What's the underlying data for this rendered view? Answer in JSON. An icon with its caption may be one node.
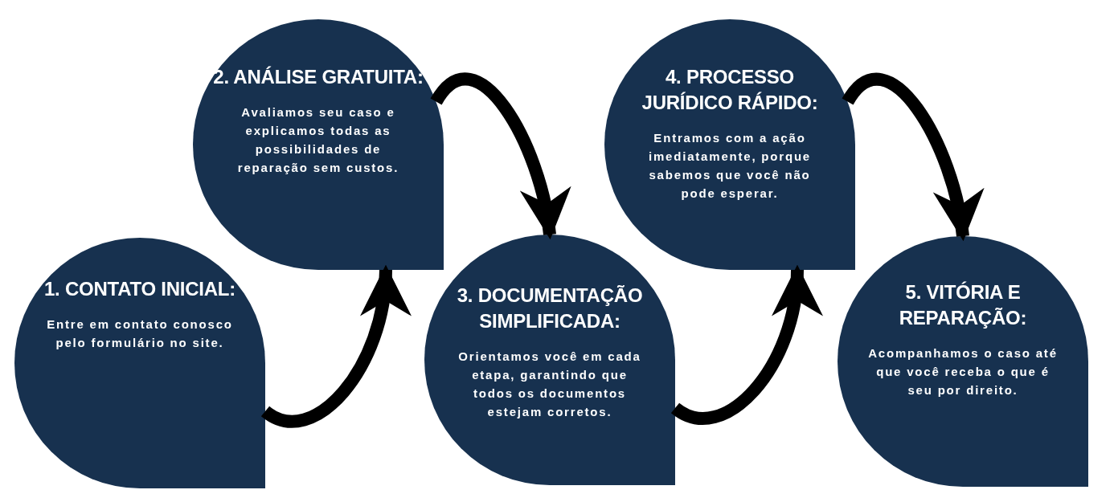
{
  "diagram": {
    "nodes": [
      {
        "text": [
          "1. CONTATO INICIAL:",
          "Entre em contato conosco pelo formulário no site."
        ]
      },
      {
        "text": [
          "2. ANÁLISE GRATUITA:",
          "Avaliamos seu caso e explicamos todas as possibilidades de reparação sem custos."
        ]
      },
      {
        "text": [
          "3. DOCUMENTAÇÃO SIMPLIFICADA:",
          "Orientamos você em cada etapa, garantindo que todos os documentos estejam corretos."
        ]
      },
      {
        "text": [
          "4. PROCESSO JURÍDICO RÁPIDO:",
          "Entramos com a ação imediatamente, porque sabemos que você não pode esperar."
        ]
      },
      {
        "text": [
          "5. VITÓRIA E REPARAÇÃO:",
          "Acompanhamos o caso até que você receba o que é seu por direito."
        ]
      }
    ],
    "edges": [
      {
        "from": 0,
        "to": 1,
        "arrow": "to"
      },
      {
        "from": 1,
        "to": 2,
        "arrow": "to"
      },
      {
        "from": 2,
        "to": 3,
        "arrow": "to"
      },
      {
        "from": 3,
        "to": 4,
        "arrow": "to"
      }
    ]
  }
}
